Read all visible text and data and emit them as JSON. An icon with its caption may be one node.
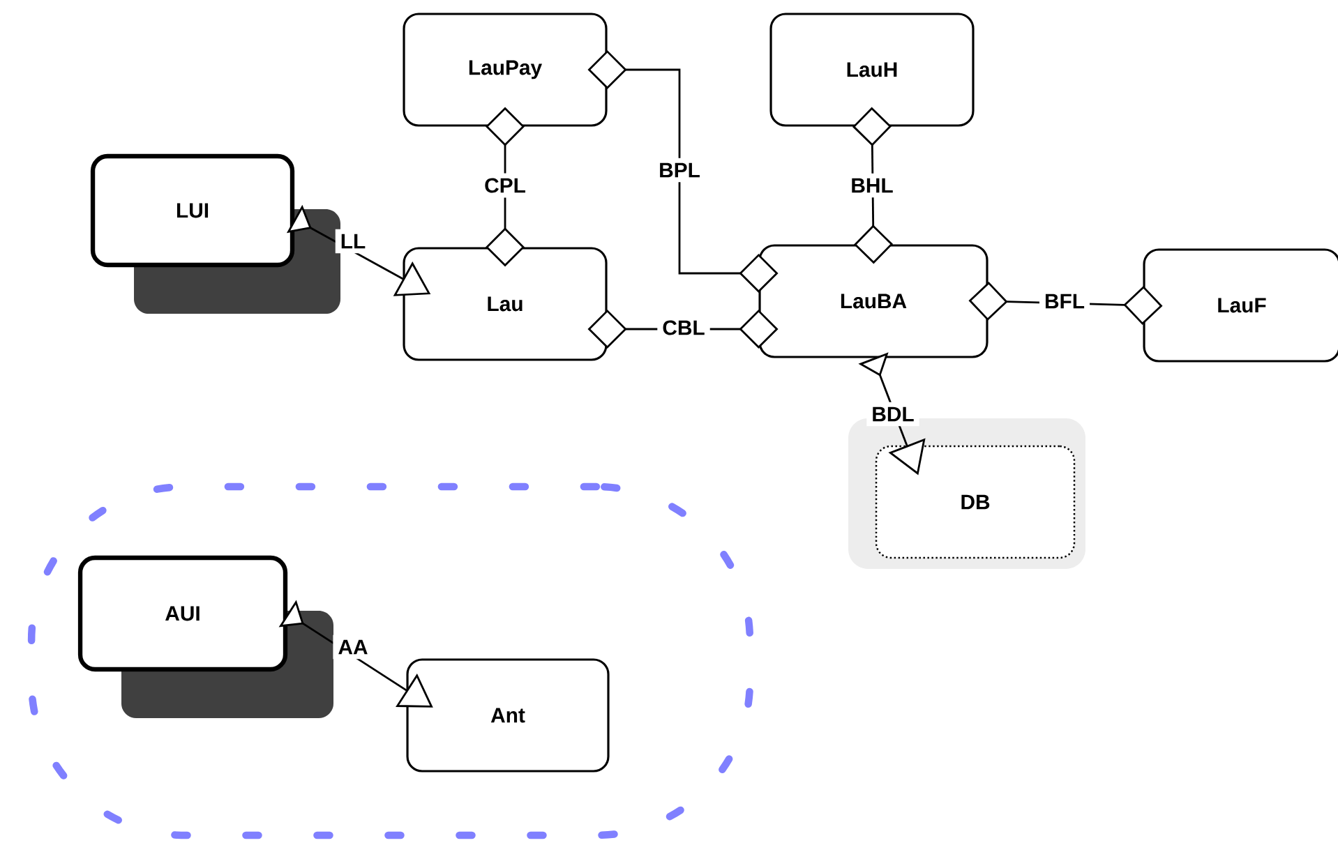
{
  "diagram": {
    "nodes": [
      {
        "text": [
          "LauPay"
        ]
      },
      {
        "text": [
          "LauH"
        ]
      },
      {
        "text": [
          "LUI"
        ]
      },
      {
        "text": [
          "Lau"
        ]
      },
      {
        "text": [
          "LauBA"
        ]
      },
      {
        "text": [
          "LauF"
        ]
      },
      {
        "text": [
          "DB"
        ]
      },
      {
        "text": [],
        "shape": "ellipse"
      },
      {
        "text": [
          "AUI"
        ],
        "in": 7
      },
      {
        "text": [
          "Ant"
        ],
        "in": 7
      }
    ],
    "edges": [
      {
        "from": 0,
        "to": 3,
        "arrow": "other",
        "label": "CPL"
      },
      {
        "from": 0,
        "to": 4,
        "arrow": "other",
        "label": "BPL"
      },
      {
        "from": 1,
        "to": 4,
        "arrow": "other",
        "label": "BHL"
      },
      {
        "from": 3,
        "to": 4,
        "arrow": "other",
        "label": "CBL"
      },
      {
        "from": 4,
        "to": 5,
        "arrow": "other",
        "label": "BFL"
      },
      {
        "from": 2,
        "to": 3,
        "arrow": "to",
        "label": "LL"
      },
      {
        "from": 4,
        "to": 6,
        "arrow": "to",
        "label": "BDL"
      },
      {
        "from": 8,
        "to": 9,
        "arrow": "to",
        "label": "AA"
      }
    ]
  }
}
